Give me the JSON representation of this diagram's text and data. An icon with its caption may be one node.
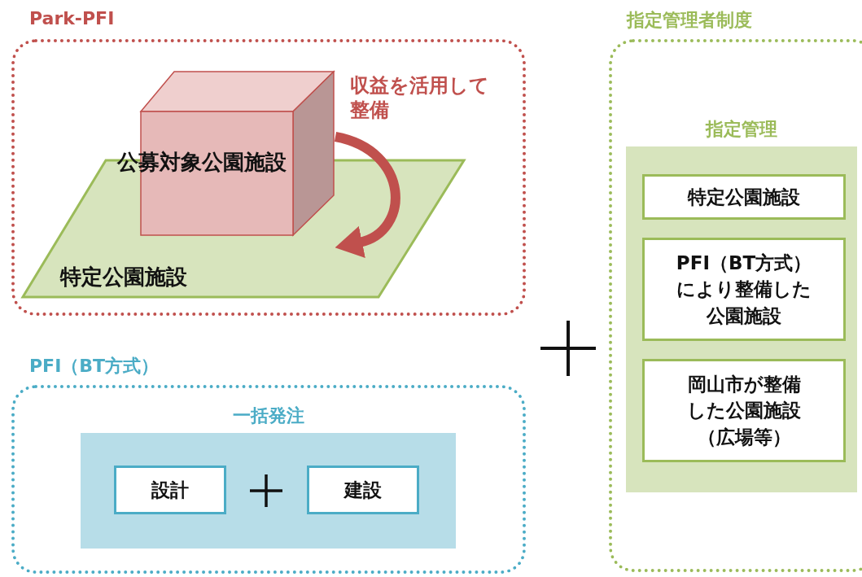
{
  "diagram": {
    "nodes": [
      {
        "text": [
          "Park-PFI"
        ]
      },
      {
        "text": [
          "公募対象公園施設"
        ],
        "in": 0
      },
      {
        "text": [
          "特定公園施設"
        ],
        "in": 0
      },
      {
        "text": [
          "PFI（BT方式）"
        ]
      },
      {
        "text": [
          "一括発注"
        ],
        "in": 3
      },
      {
        "text": [
          "設計"
        ],
        "in": 4
      },
      {
        "text": [
          "建設"
        ],
        "in": 4
      },
      {
        "text": [
          "指定管理者制度"
        ]
      },
      {
        "text": [
          "指定管理"
        ],
        "in": 7
      },
      {
        "text": [
          "特定公園施設"
        ],
        "in": 8
      },
      {
        "text": [
          "PFI（BT方式）により整備した公園施設"
        ],
        "in": 8
      },
      {
        "text": [
          "岡山市が整備した公園施設（広場等）"
        ],
        "in": 8
      }
    ],
    "edges": [
      {
        "from": 1,
        "to": 2,
        "arrow": "to",
        "label": "収益を活用して整備"
      }
    ]
  }
}
